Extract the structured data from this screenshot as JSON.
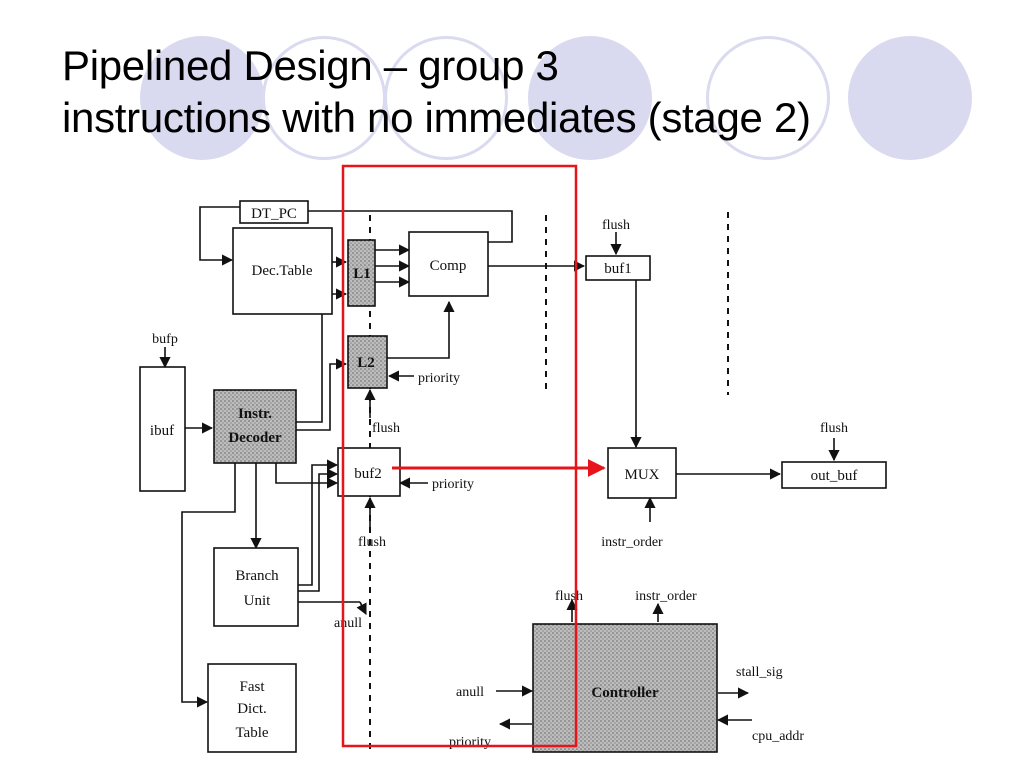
{
  "slide": {
    "title_line1": "Pipelined Design – group 3",
    "title_line2": "instructions with no immediates (stage 2)"
  },
  "colors": {
    "highlight": "#e8141b",
    "circle_fill": "#d9d9f0",
    "circle_ring": "#dadaf0",
    "shaded_block": "#b5b5b5"
  },
  "blocks": {
    "dt_pc": "DT_PC",
    "dec_table": "Dec.Table",
    "l1": "L1",
    "l2": "L2",
    "comp": "Comp",
    "buf1": "buf1",
    "ibuf": "ibuf",
    "instr_decoder_line1": "Instr.",
    "instr_decoder_line2": "Decoder",
    "buf2": "buf2",
    "mux": "MUX",
    "out_buf": "out_buf",
    "branch_unit_line1": "Branch",
    "branch_unit_line2": "Unit",
    "fast_dict_line1": "Fast",
    "fast_dict_line2": "Dict.",
    "fast_dict_line3": "Table",
    "controller": "Controller"
  },
  "signals": {
    "bufp": "bufp",
    "flush_buf1": "flush",
    "priority_l2": "priority",
    "flush_mid": "flush",
    "priority_buf2": "priority",
    "flush_low": "flush",
    "flush_out": "flush",
    "instr_order_mux": "instr_order",
    "anull_branch": "anull",
    "flush_ctrl": "flush",
    "instr_order_ctrl": "instr_order",
    "anull_ctrl": "anull",
    "priority_ctrl": "priority",
    "stall_sig": "stall_sig",
    "cpu_addr": "cpu_addr"
  }
}
